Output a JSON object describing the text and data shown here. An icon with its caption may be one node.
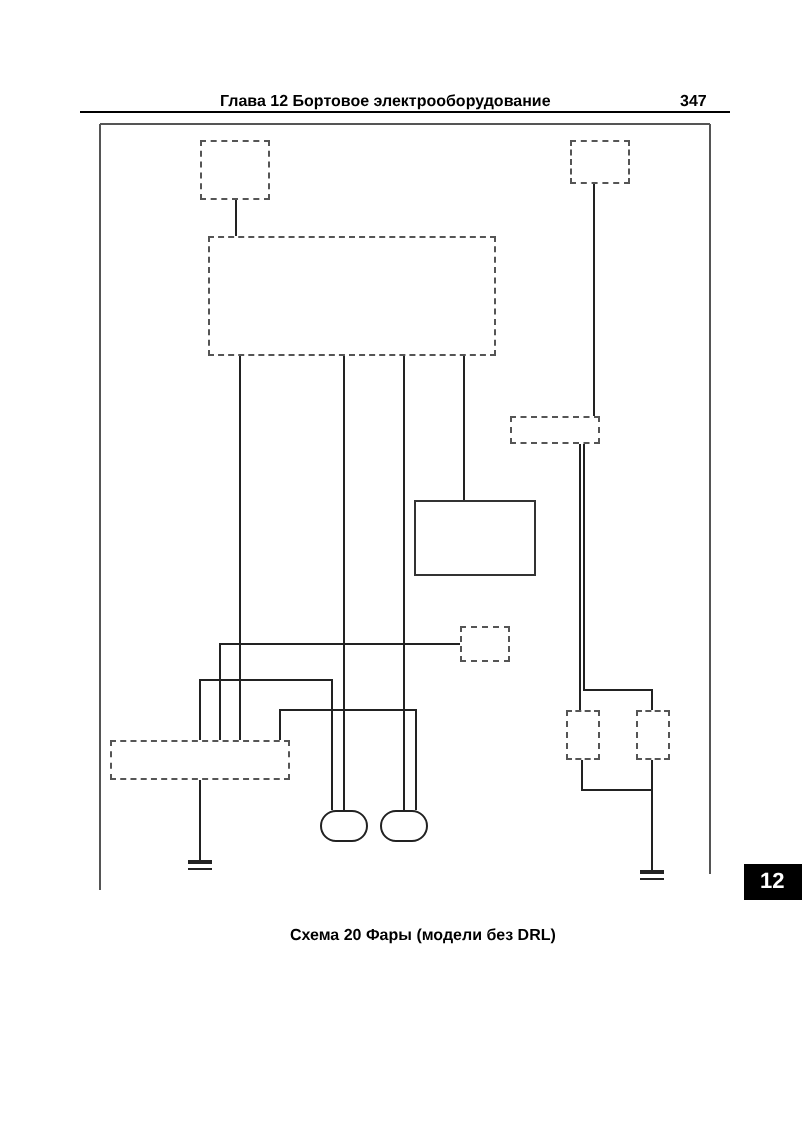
{
  "diagram": {
    "caption": "Схема 20 Фары (модели без DRL)",
    "nodes": [
      {
        "text": [],
        "shape": "box"
      },
      {
        "text": [],
        "shape": "box"
      },
      {
        "text": [],
        "shape": "box"
      },
      {
        "text": [],
        "shape": "box"
      },
      {
        "text": [],
        "shape": "box"
      },
      {
        "text": [],
        "shape": "box"
      },
      {
        "text": [],
        "shape": "box"
      },
      {
        "text": [],
        "shape": "circle"
      },
      {
        "text": [],
        "shape": "circle"
      },
      {
        "text": [],
        "shape": "box"
      },
      {
        "text": [],
        "shape": "box"
      },
      {
        "text": [],
        "shape": "bar"
      },
      {
        "text": [],
        "shape": "bar"
      }
    ],
    "edges": [
      {
        "from": 0,
        "to": 2,
        "arrow": "none"
      },
      {
        "from": 1,
        "to": 4,
        "arrow": "none"
      },
      {
        "from": 2,
        "to": 6,
        "arrow": "none"
      },
      {
        "from": 2,
        "to": 7,
        "arrow": "none"
      },
      {
        "from": 2,
        "to": 8,
        "arrow": "none"
      },
      {
        "from": 2,
        "to": 3,
        "arrow": "none"
      },
      {
        "from": 4,
        "to": 9,
        "arrow": "none"
      },
      {
        "from": 4,
        "to": 10,
        "arrow": "none"
      },
      {
        "from": 6,
        "to": 7,
        "arrow": "none"
      },
      {
        "from": 6,
        "to": 5,
        "arrow": "none"
      },
      {
        "from": 6,
        "to": 8,
        "arrow": "none"
      },
      {
        "from": 9,
        "to": 12,
        "arrow": "none"
      },
      {
        "from": 10,
        "to": 12,
        "arrow": "none"
      },
      {
        "from": 6,
        "to": 11,
        "arrow": "none"
      }
    ],
    "labels": [
      "Глава 12 Бортовое электрооборудование",
      "347",
      "12"
    ]
  }
}
